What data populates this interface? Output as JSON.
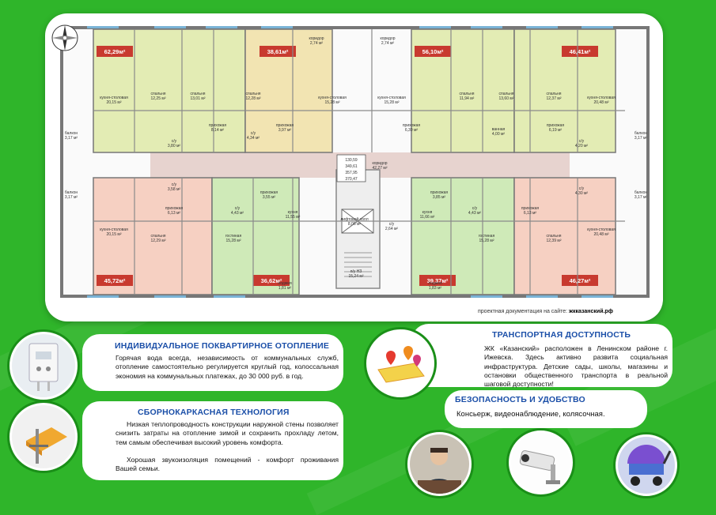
{
  "plan": {
    "apartments": [
      {
        "area": "62,29м²",
        "color": "#e3ecb4",
        "tag": "#c83a2f"
      },
      {
        "area": "38,61м²",
        "color": "#f2e4b2",
        "tag": "#c83a2f"
      },
      {
        "area": "56,10м²",
        "color": "#e3ecb4",
        "tag": "#c83a2f"
      },
      {
        "area": "46,41м²",
        "color": "#e3ecb4",
        "tag": "#c83a2f"
      },
      {
        "area": "45,72м²",
        "color": "#f6d0c2",
        "tag": "#c83a2f"
      },
      {
        "area": "36,62м²",
        "color": "#cfeab8",
        "tag": "#c83a2f"
      },
      {
        "area": "39,37м²",
        "color": "#cfeab8",
        "tag": "#c83a2f"
      },
      {
        "area": "46,27м²",
        "color": "#f6d0c2",
        "tag": "#c83a2f"
      }
    ],
    "rooms_top": [
      "кухня-столовая\n20,15 м²",
      "спальня\n12,25 м²",
      "спальня\n13,01 м²",
      "спальня\n12,28 м²",
      "кухня-столовая\n15,28 м²",
      "кухня-столовая\n15,28 м²",
      "спальня\n11,94 м²",
      "спальня\n13,60 м²",
      "спальня\n12,37 м²",
      "кухня-столовая\n20,48 м²"
    ],
    "rooms_bottom": [
      "кухня-столовая\n20,15 м²",
      "спальня\n12,29 м²",
      "гостиная\n15,28 м²",
      "лифтовой холл\n8,06 м²",
      "гостиная\n15,28 м²",
      "спальня\n12,39 м²",
      "кухня-столовая\n20,48 м²"
    ],
    "small_labels": [
      "прихожая\n8,14 м²",
      "прихожая\n3,97 м²",
      "с/у\n4,34 м²",
      "прихожая\n6,39 м²",
      "прихожая\n6,19 м²",
      "прихожая\n6,13 м²",
      "прихожая\n3,55 м²",
      "с/у\n4,43 м²",
      "кухня\n11,55 м²",
      "кухня\n11,66 м²",
      "прихожая\n3,85 м²",
      "с/у\n4,43 м²",
      "прихожая\n6,13 м²",
      "с/у\n4,20 м²",
      "с/у\n4,30 м²",
      "ванная\n4,00 м²",
      "балкон\n3,17 м²",
      "балкон\n3,17 м²",
      "балкон\n3,17 м²",
      "балкон\n3,17 м²",
      "коридор\n2,74 м²",
      "коридор\n2,74 м²",
      "коридор\n42,27 м²",
      "п/у НЗ\n15,24 м²",
      "лоджия\n1,81 м²",
      "лоджия\n1,83 м²",
      "с/у\n3,58 м²",
      "с/у\n3,80 м²",
      "с/у\n2,64 м²"
    ],
    "center_box": [
      "130,59",
      "349,61",
      "357,95",
      "370,47"
    ],
    "doc_note": "проектная документация на сайте:",
    "doc_site": "жкказанский.рф"
  },
  "blocks": {
    "heating": {
      "title": "ИНДИВИДУАЛЬНОЕ ПОКВАРТИРНОЕ ОТОПЛЕНИЕ",
      "text": "Горячая вода всегда, независимость от коммунальных служб, отопление самостоятельно регулируется круглый год, колоссальная экономия на коммунальных платежах, до 30 000 руб. в год.",
      "icon": "boiler-icon"
    },
    "frame": {
      "title": "СБОРНОКАРКАСНАЯ ТЕХНОЛОГИЯ",
      "text1": "Низкая теплопроводность конструкции наружной стены позволяет снизить затраты на отопление зимой и сохранить прохладу летом, тем самым обеспечивая высокий уровень комфорта.",
      "text2": "Хорошая звукоизоляция помещений - комфорт проживания Вашей семьи.",
      "icon": "wall-layers-icon"
    },
    "transport": {
      "title": "ТРАНСПОРТНАЯ ДОСТУПНОСТЬ",
      "text": "ЖК «Казанский» расположен в Ленинском районе г. Ижевска. Здесь активно развита социальная инфраструктура. Детские сады, школы, магазины и остановки общественного транспорта в реальной шаговой доступности!",
      "icon": "map-pins-icon"
    },
    "security": {
      "title": "БЕЗОПАСНОСТЬ И УДОБСТВО",
      "text": "Консьерж, видеонаблюдение, колясочная.",
      "icons": [
        "concierge-icon",
        "camera-icon",
        "stroller-icon"
      ]
    }
  },
  "colors": {
    "background": "#2fb52a",
    "title": "#1b4fa8",
    "corridor": "#e7d3cf",
    "wall": "#777777"
  }
}
